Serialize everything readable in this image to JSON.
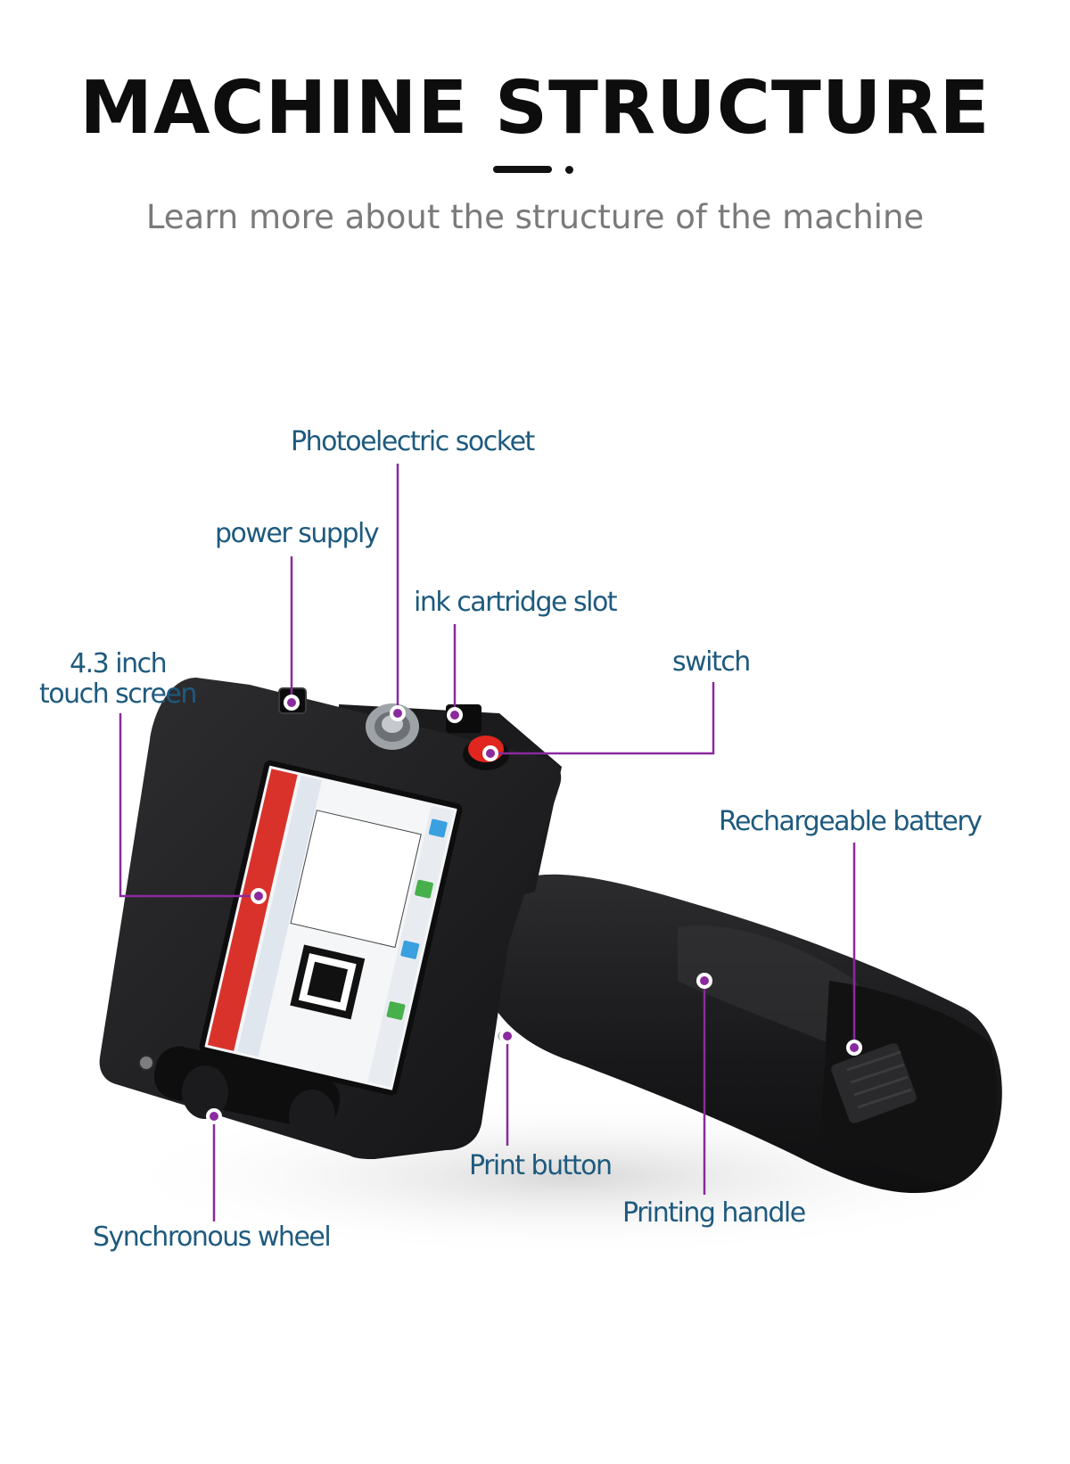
{
  "header": {
    "title": "MACHINE STRUCTURE",
    "subtitle": "Learn more about the structure of the machine"
  },
  "callouts": {
    "photoelectric_socket": "Photoelectric socket",
    "power_supply": "power supply",
    "ink_cartridge_slot": "ink cartridge slot",
    "touch_screen_line1": "4.3 inch",
    "touch_screen_line2": "touch screen",
    "switch": "switch",
    "rechargeable_battery": "Rechargeable battery",
    "print_button": "Print button",
    "printing_handle": "Printing handle",
    "synchronous_wheel": "Synchronous wheel"
  },
  "colors": {
    "callout_text": "#1e5a7e",
    "leader_line": "#8a2a9e",
    "device_body": "#1c1c1e",
    "screen_accent": "#d9322b"
  }
}
